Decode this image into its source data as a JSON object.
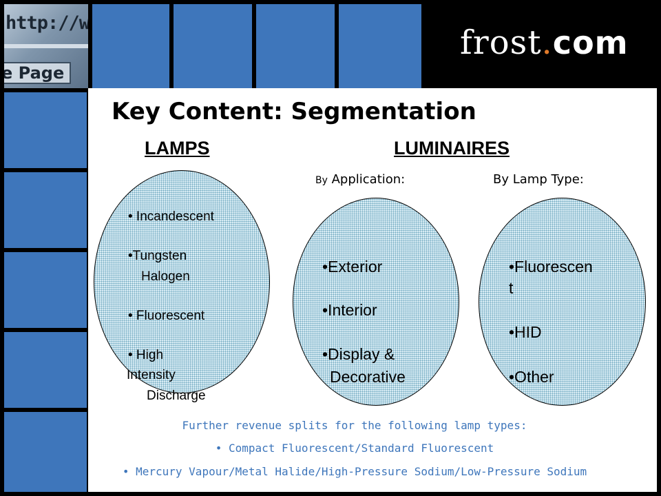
{
  "header": {
    "photo_url_text": "http://w",
    "photo_page_text": "e Page",
    "logo_text": "frost",
    "logo_dot": ".",
    "logo_suffix": "com",
    "accent": "#3e76bb",
    "logo_dot_color": "#e07a2a"
  },
  "slide": {
    "title": "Key Content: Segmentation",
    "lamps": {
      "heading": "LAMPS",
      "items": [
        "• Incandescent",
        "•Tungsten",
        "Halogen",
        "• Fluorescent",
        "• High",
        "Intensity",
        "Discharge"
      ]
    },
    "luminaires": {
      "heading": "LUMINAIRES",
      "application": {
        "label_small": "By",
        "label": " Application:",
        "items": [
          "•Exterior",
          "•Interior",
          "•Display &",
          "Decorative"
        ]
      },
      "lamp_type": {
        "label": "By Lamp Type:",
        "items": [
          "•Fluorescen",
          "t",
          "•HID",
          "•Other"
        ]
      }
    },
    "notes": [
      "Further revenue splits for the following lamp types:",
      "• Compact Fluorescent/Standard Fluorescent",
      "• Mercury Vapour/Metal Halide/High-Pressure Sodium/Low-Pressure Sodium"
    ]
  }
}
